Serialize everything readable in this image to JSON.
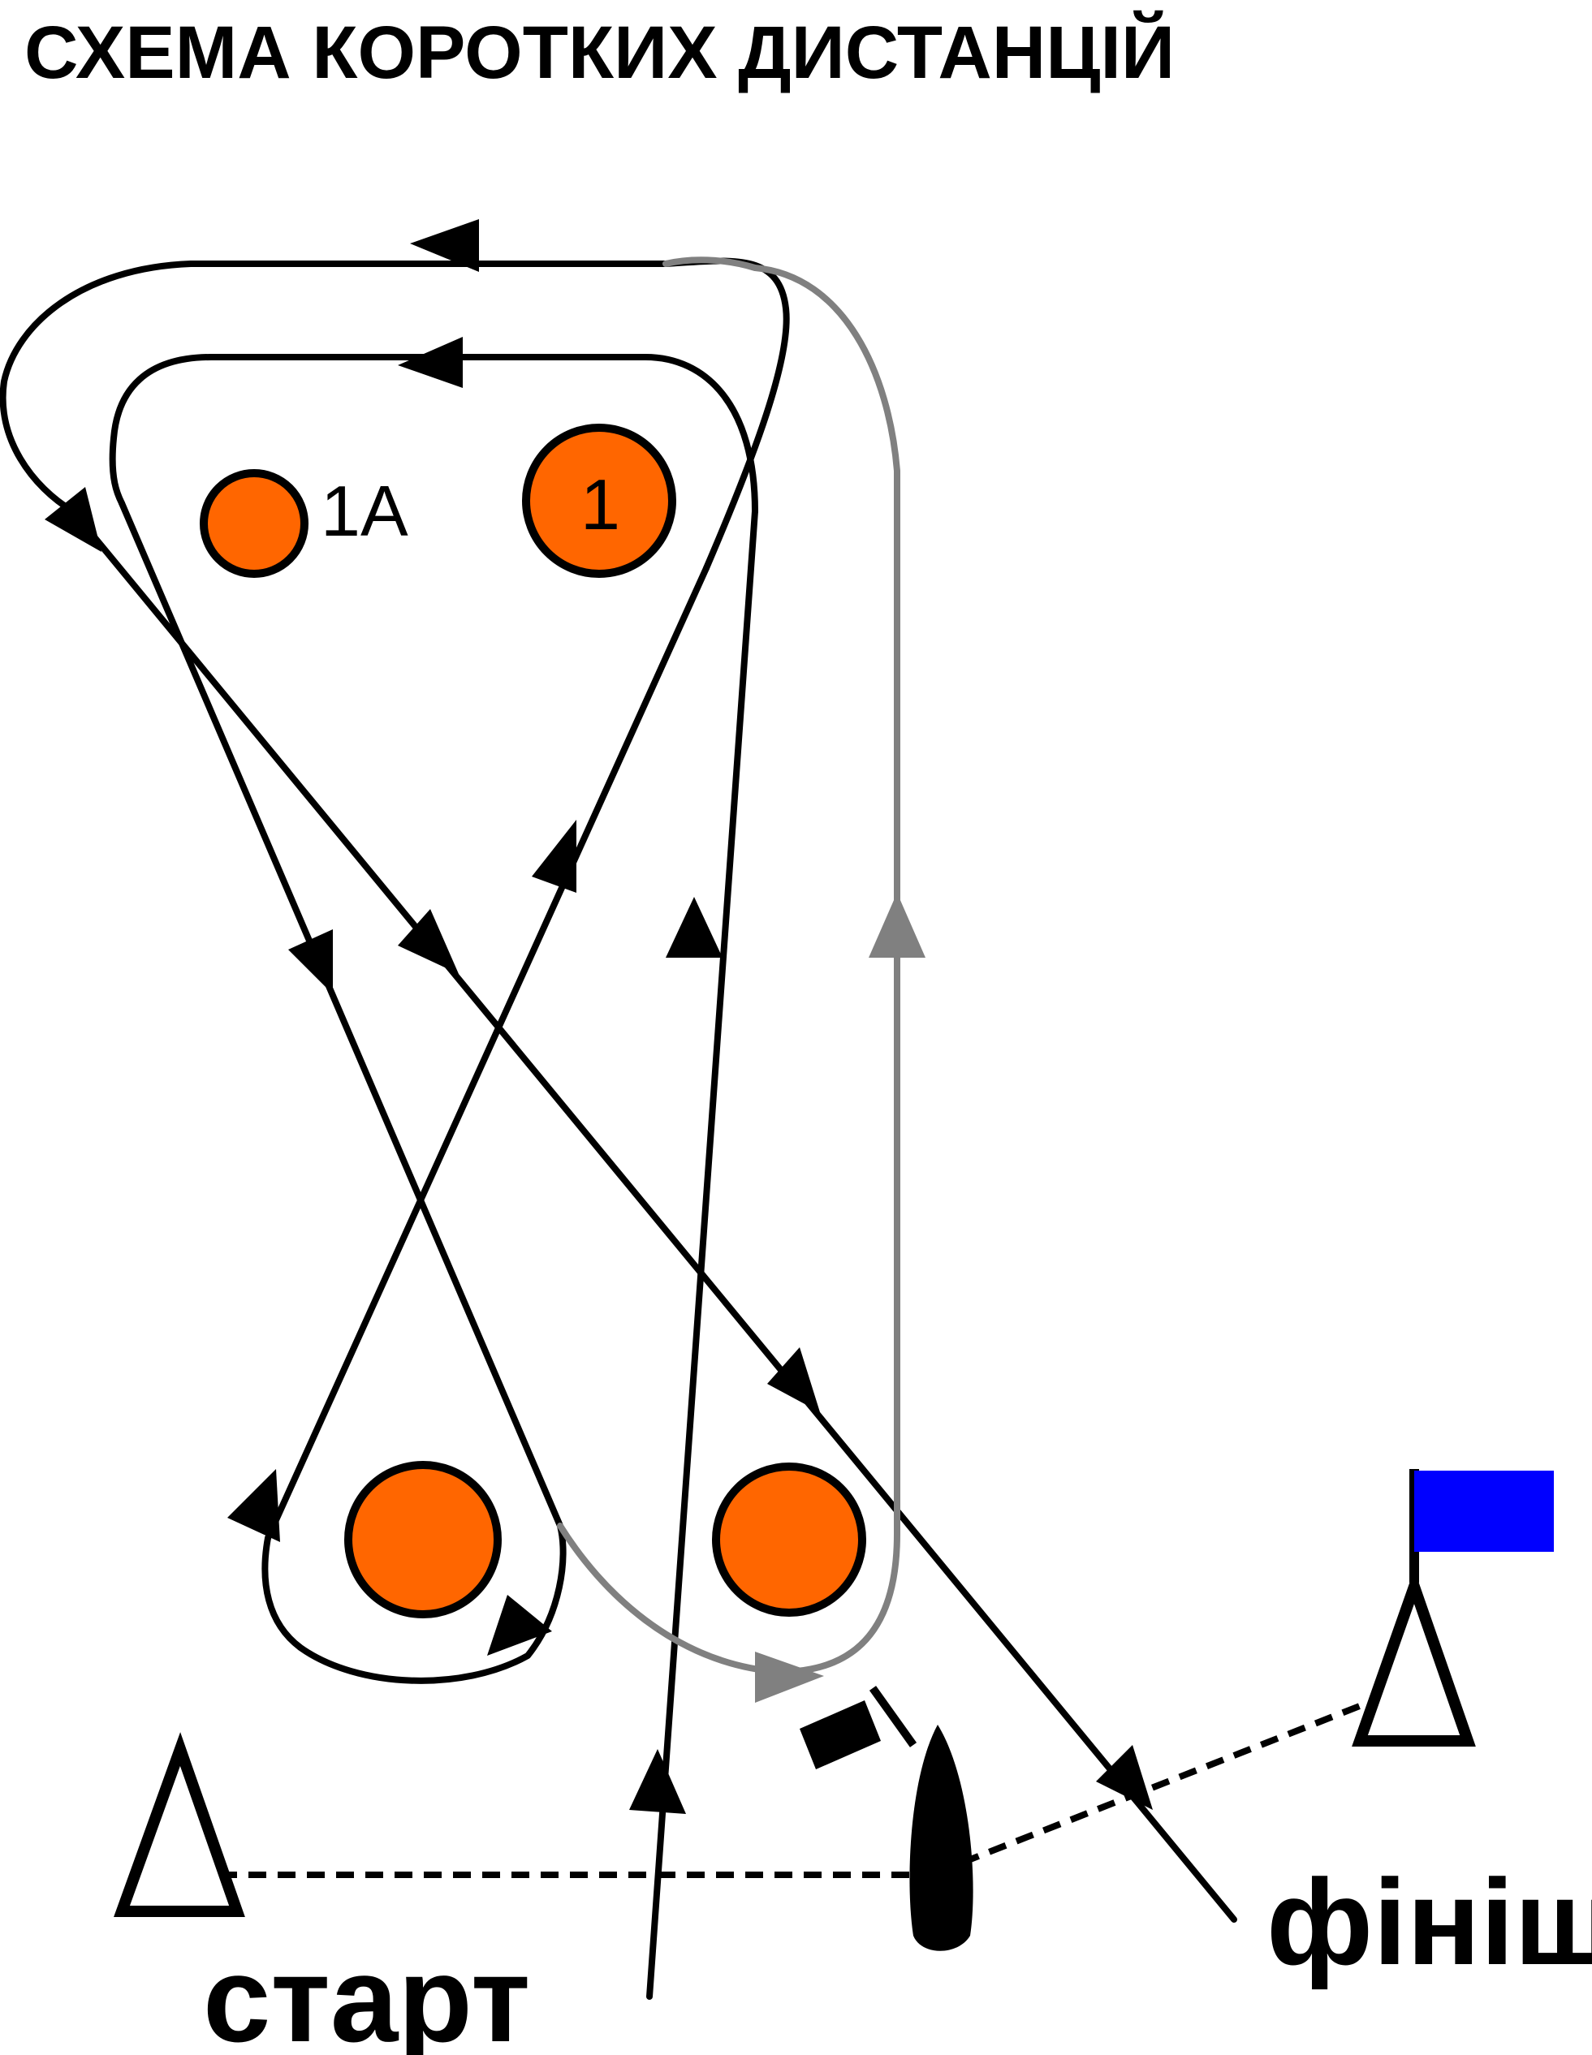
{
  "title": "СХЕМА КОРОТКИХ ДИСТАНЦІЙ",
  "buoys": [
    {
      "id": "1A",
      "label": "1A"
    },
    {
      "id": "1",
      "label": "1"
    },
    {
      "id": "2",
      "label": ""
    },
    {
      "id": "3",
      "label": ""
    }
  ],
  "start_label": "старт",
  "finish_label": "фініш",
  "colors": {
    "buoy_fill": "#ff6600",
    "route_line": "#000000",
    "alt_route_line": "#808080",
    "finish_flag": "#0000ff"
  },
  "icons": [
    "start-mark-icon",
    "finish-mark-icon",
    "finish-flag-icon",
    "boat-icon",
    "boat-flag-icon",
    "arrowhead-icon"
  ]
}
